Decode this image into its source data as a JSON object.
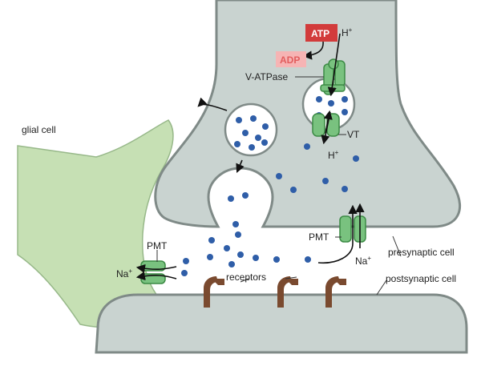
{
  "labels": {
    "atp": "ATP",
    "adp": "ADP",
    "h_plus_top": "H",
    "h_plus_mid": "H",
    "superscript_plus": "+",
    "v_atpase": "V-ATPase",
    "vt": "VT",
    "glial_cell": "glial cell",
    "pmt_left": "PMT",
    "pmt_right": "PMT",
    "na_left": "Na",
    "na_right": "Na",
    "receptors": "receptors",
    "presynaptic_cell": "presynaptic cell",
    "postsynaptic_cell": "postsynaptic cell"
  },
  "colors": {
    "cell_fill": "#c9d3d0",
    "cell_stroke": "#7f8a87",
    "glia_fill": "#c6e0b4",
    "glia_stroke": "#97b889",
    "transporter_fill": "#79c27f",
    "transporter_stroke": "#3c8a45",
    "receptor_fill": "#7a4a2f",
    "dot_fill": "#2f5ea8",
    "atp_fill": "#d23b3b",
    "adp_fill": "#f6b4b4"
  }
}
